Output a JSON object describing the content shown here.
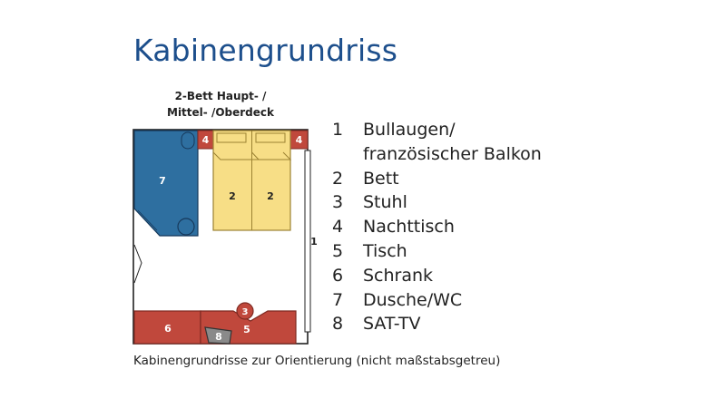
{
  "title": "Kabinengrundriss",
  "cabin_type": {
    "line1": "2-Bett Haupt- /",
    "line2": "Mittel- /Oberdeck"
  },
  "plan_labels": {
    "bed_left": "2",
    "bed_right": "2",
    "nightstand_left": "4",
    "nightstand_right": "4",
    "shower": "7",
    "balcony": "1",
    "chair": "3",
    "table": "5",
    "wardrobe": "6",
    "tv": "8"
  },
  "colors": {
    "blue": "#2e6fa0",
    "yellow": "#f7de86",
    "red": "#c0483c",
    "grey": "#8a8a8a",
    "title": "#1d4f8c"
  },
  "legend": [
    {
      "num": "1",
      "text": "Bullaugen/\nfranzösischer Balkon"
    },
    {
      "num": "2",
      "text": "Bett"
    },
    {
      "num": "3",
      "text": "Stuhl"
    },
    {
      "num": "4",
      "text": "Nachttisch"
    },
    {
      "num": "5",
      "text": "Tisch"
    },
    {
      "num": "6",
      "text": "Schrank"
    },
    {
      "num": "7",
      "text": "Dusche/WC"
    },
    {
      "num": "8",
      "text": "SAT-TV"
    }
  ],
  "caption": "Kabinengrundrisse zur Orientierung (nicht maßstabsgetreu)"
}
